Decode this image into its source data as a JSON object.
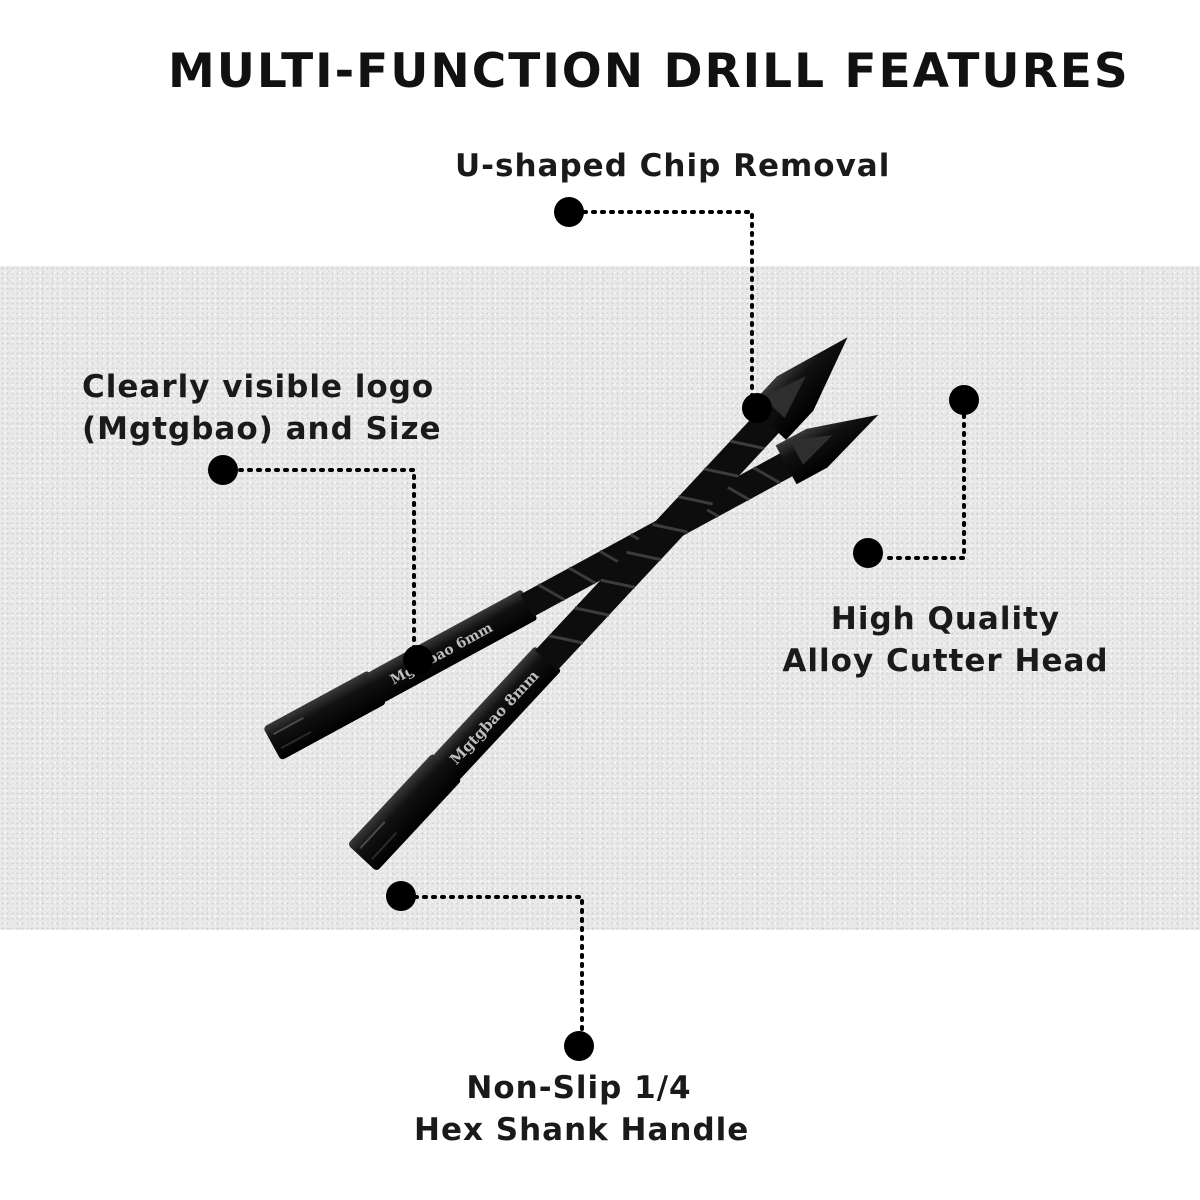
{
  "title": "MULTI-FUNCTION DRILL FEATURES",
  "callouts": {
    "chip_removal": "U-shaped Chip Removal",
    "logo": {
      "line1": "Clearly visible logo",
      "line2": "(Mgtgbao) and Size"
    },
    "alloy_head": {
      "line1": "High Quality",
      "line2": "Alloy Cutter Head"
    },
    "hex_shank": {
      "line1": "Non-Slip 1/4",
      "line2": "Hex Shank Handle"
    }
  },
  "drill_bits": [
    {
      "engraving": "Mgtgbao 6mm"
    },
    {
      "engraving": "Mgtgbao 8mm"
    }
  ],
  "colors": {
    "bit": "#0b0b0b",
    "dot": "#000000",
    "background_band": "#e9e9e9"
  }
}
